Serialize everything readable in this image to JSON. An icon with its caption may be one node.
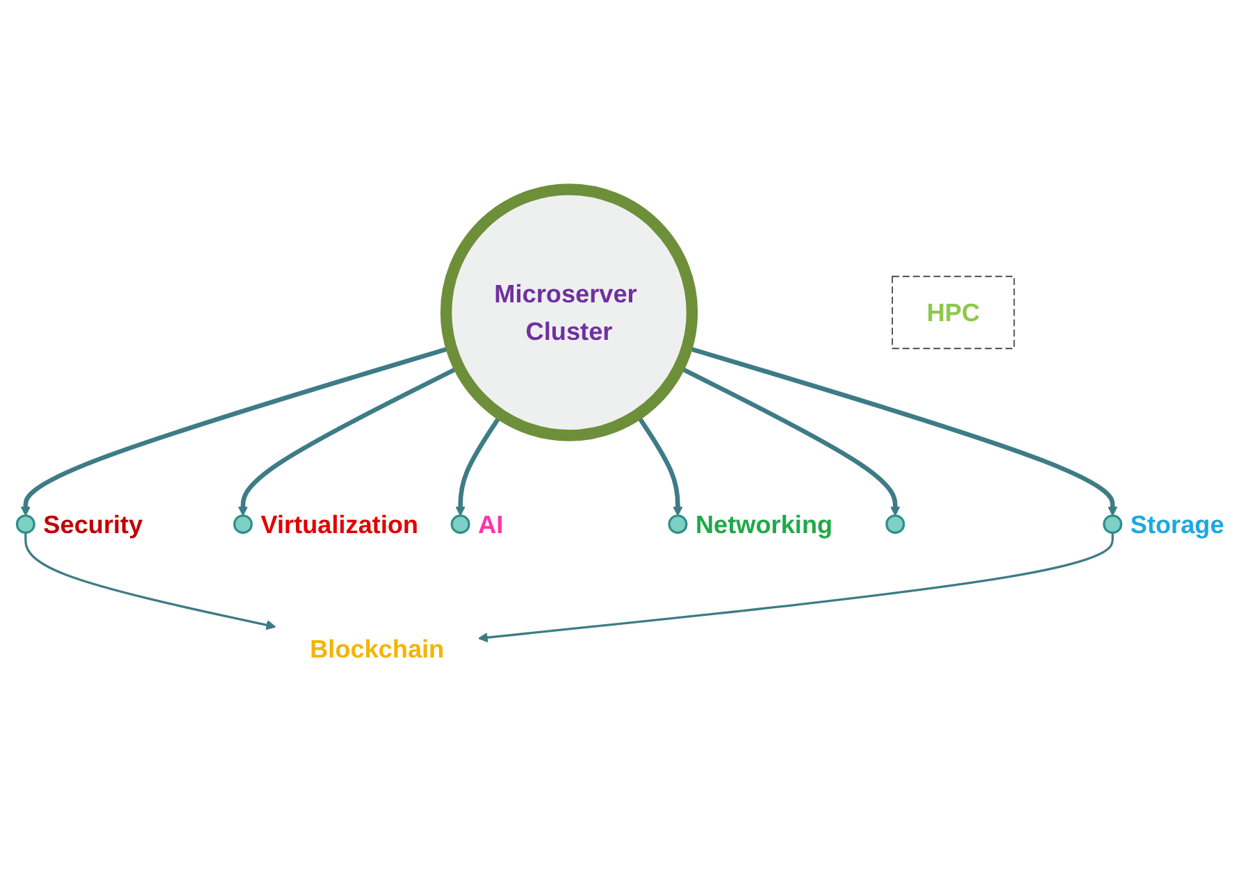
{
  "diagram": {
    "nodes": [
      {
        "text": [
          "Microserver Cluster"
        ]
      },
      {
        "text": [],
        "shape": "circle",
        "beside": [
          "Security"
        ]
      },
      {
        "text": [],
        "shape": "circle",
        "beside": [
          "Virtualization"
        ]
      },
      {
        "text": [],
        "shape": "circle",
        "beside": [
          "AI"
        ]
      },
      {
        "text": [],
        "shape": "circle",
        "beside": [
          "Networking"
        ]
      },
      {
        "text": [],
        "shape": "circle"
      },
      {
        "text": [],
        "shape": "circle",
        "beside": [
          "Storage"
        ]
      },
      {
        "text": [
          "Blockchain"
        ]
      },
      {
        "text": [
          "HPC"
        ]
      }
    ],
    "edges": [
      {
        "from": 0,
        "to": 1,
        "arrow": "to"
      },
      {
        "from": 0,
        "to": 2,
        "arrow": "to"
      },
      {
        "from": 0,
        "to": 3,
        "arrow": "to"
      },
      {
        "from": 0,
        "to": 4,
        "arrow": "to"
      },
      {
        "from": 0,
        "to": 5,
        "arrow": "to"
      },
      {
        "from": 0,
        "to": 6,
        "arrow": "to"
      },
      {
        "from": 1,
        "to": 7,
        "arrow": "to"
      },
      {
        "from": 6,
        "to": 7,
        "arrow": "to"
      }
    ]
  }
}
